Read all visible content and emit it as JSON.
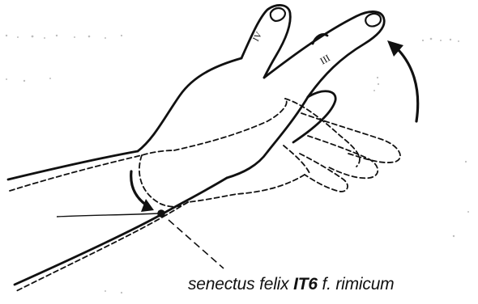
{
  "caption": {
    "part_1": "senectus felix",
    "part_2": "IT6",
    "part_3": "f. rimicum"
  },
  "finger_marks": {
    "middle": "IV",
    "index": "III"
  },
  "colors": {
    "ink": "#111111",
    "background": "#ffffff",
    "smudge": "#bdbdbd"
  }
}
